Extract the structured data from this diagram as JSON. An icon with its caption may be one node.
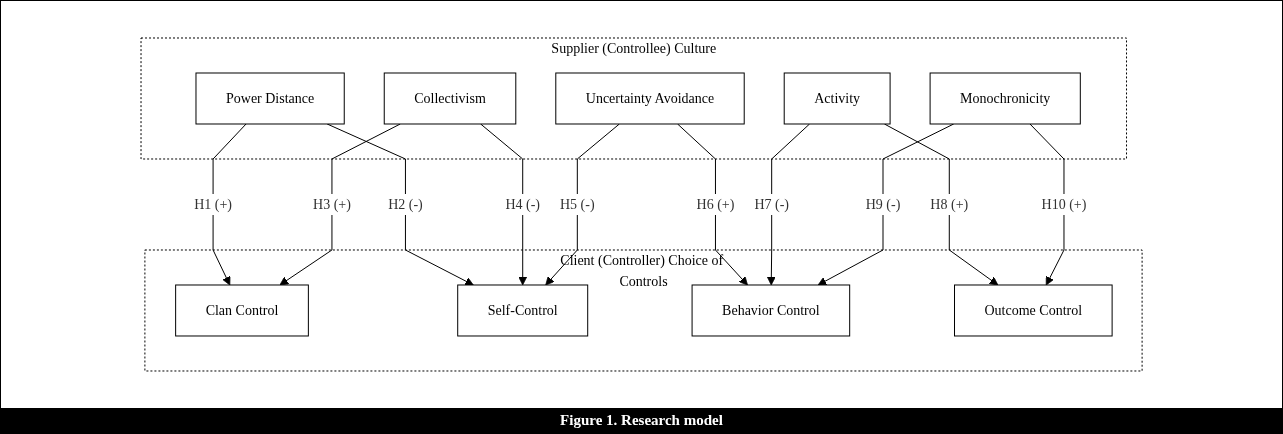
{
  "diagram": {
    "caption": "Figure 1. Research model",
    "nodes": [
      {
        "text": [
          "Supplier (Controllee) Culture"
        ]
      },
      {
        "text": [
          "Power Distance"
        ],
        "in": 0
      },
      {
        "text": [
          "Collectivism"
        ],
        "in": 0
      },
      {
        "text": [
          "Uncertainty Avoidance"
        ],
        "in": 0
      },
      {
        "text": [
          "Activity"
        ],
        "in": 0
      },
      {
        "text": [
          "Monochronicity"
        ],
        "in": 0
      },
      {
        "text": [
          "Client (Controller) Choice of Controls"
        ]
      },
      {
        "text": [
          "Clan Control"
        ],
        "in": 6
      },
      {
        "text": [
          "Self-Control"
        ],
        "in": 6
      },
      {
        "text": [
          "Behavior Control"
        ],
        "in": 6
      },
      {
        "text": [
          "Outcome Control"
        ],
        "in": 6
      }
    ],
    "edges": [
      {
        "from": 1,
        "to": 7,
        "arrow": "to",
        "label": "H1 (+)"
      },
      {
        "from": 1,
        "to": 8,
        "arrow": "to",
        "label": "H2 (-)"
      },
      {
        "from": 2,
        "to": 7,
        "arrow": "to",
        "label": "H3 (+)"
      },
      {
        "from": 2,
        "to": 8,
        "arrow": "to",
        "label": "H4 (-)"
      },
      {
        "from": 3,
        "to": 8,
        "arrow": "to",
        "label": "H5 (-)"
      },
      {
        "from": 3,
        "to": 9,
        "arrow": "to",
        "label": "H6 (+)"
      },
      {
        "from": 4,
        "to": 9,
        "arrow": "to",
        "label": "H7 (-)"
      },
      {
        "from": 4,
        "to": 10,
        "arrow": "to",
        "label": "H8 (+)"
      },
      {
        "from": 5,
        "to": 9,
        "arrow": "to",
        "label": "H9 (-)"
      },
      {
        "from": 5,
        "to": 10,
        "arrow": "to",
        "label": "H10 (+)"
      }
    ]
  }
}
